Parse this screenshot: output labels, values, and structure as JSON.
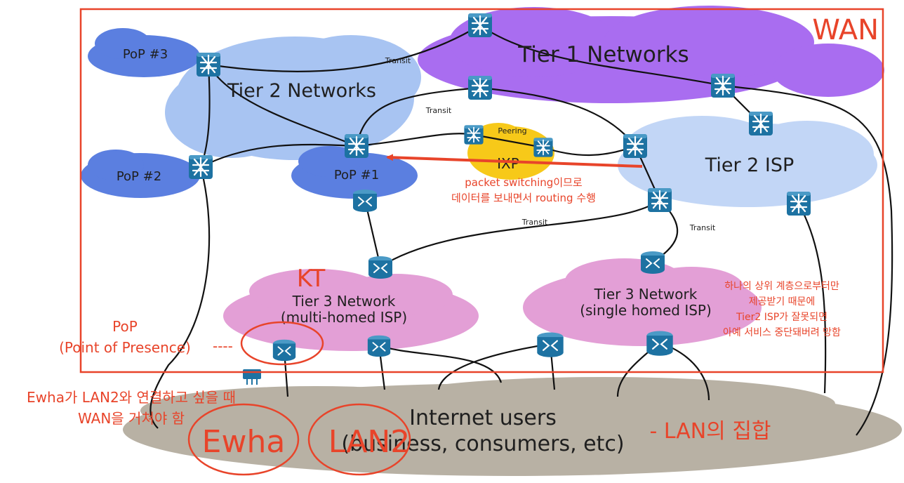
{
  "colors": {
    "tier1_cloud": "#a96df0",
    "tier2_cloud": "#a8c4f2",
    "pop_cloud": "#5b7fe0",
    "tier2isp_cloud": "#c2d6f6",
    "ixp_cloud": "#f7c919",
    "tier3_cloud": "#e39fd6",
    "users_cloud": "#b8b1a4",
    "router": "#1d72a2",
    "annotation": "#e8442a"
  },
  "labels": {
    "wan": "WAN",
    "tier1": "Tier 1 Networks",
    "tier2": "Tier 2 Networks",
    "tier2_isp": "Tier 2 ISP",
    "pop3": "PoP #3",
    "pop2": "PoP #2",
    "pop1": "PoP #1",
    "ixp": "IXP",
    "peering": "Peering",
    "transit_1": "Transit",
    "transit_2": "Transit",
    "transit_3": "Transit",
    "transit_4": "Transit",
    "tier3_multi_line1": "Tier 3 Network",
    "tier3_multi_line2": "(multi-homed ISP)",
    "tier3_single_line1": "Tier 3 Network",
    "tier3_single_line2": "(single homed ISP)",
    "internet_users_line1": "Internet users",
    "internet_users_line2": "(business, consumers, etc)"
  },
  "annotations": {
    "kt": "KT",
    "pop_line1": "PoP",
    "pop_line2": "(Point of Presence)",
    "pop_dash": "----",
    "packet_line1": "packet switching이므로",
    "packet_line2": "데이터를 보내면서 routing 수행",
    "single_line1": "하나의 상위 계층으로부터만",
    "single_line2": "제공받기 때문에",
    "single_line3": "Tier2 ISP가 잘못되면",
    "single_line4": "아예 서비스 중단돼버려 망함",
    "ewha_line1": "Ewha가 LAN2와 연결하고 싶을 때",
    "ewha_line2": "WAN을 거쳐야 함",
    "ewha": "Ewha",
    "lan2": "LAN2",
    "lan_set": "- LAN의 집합"
  }
}
